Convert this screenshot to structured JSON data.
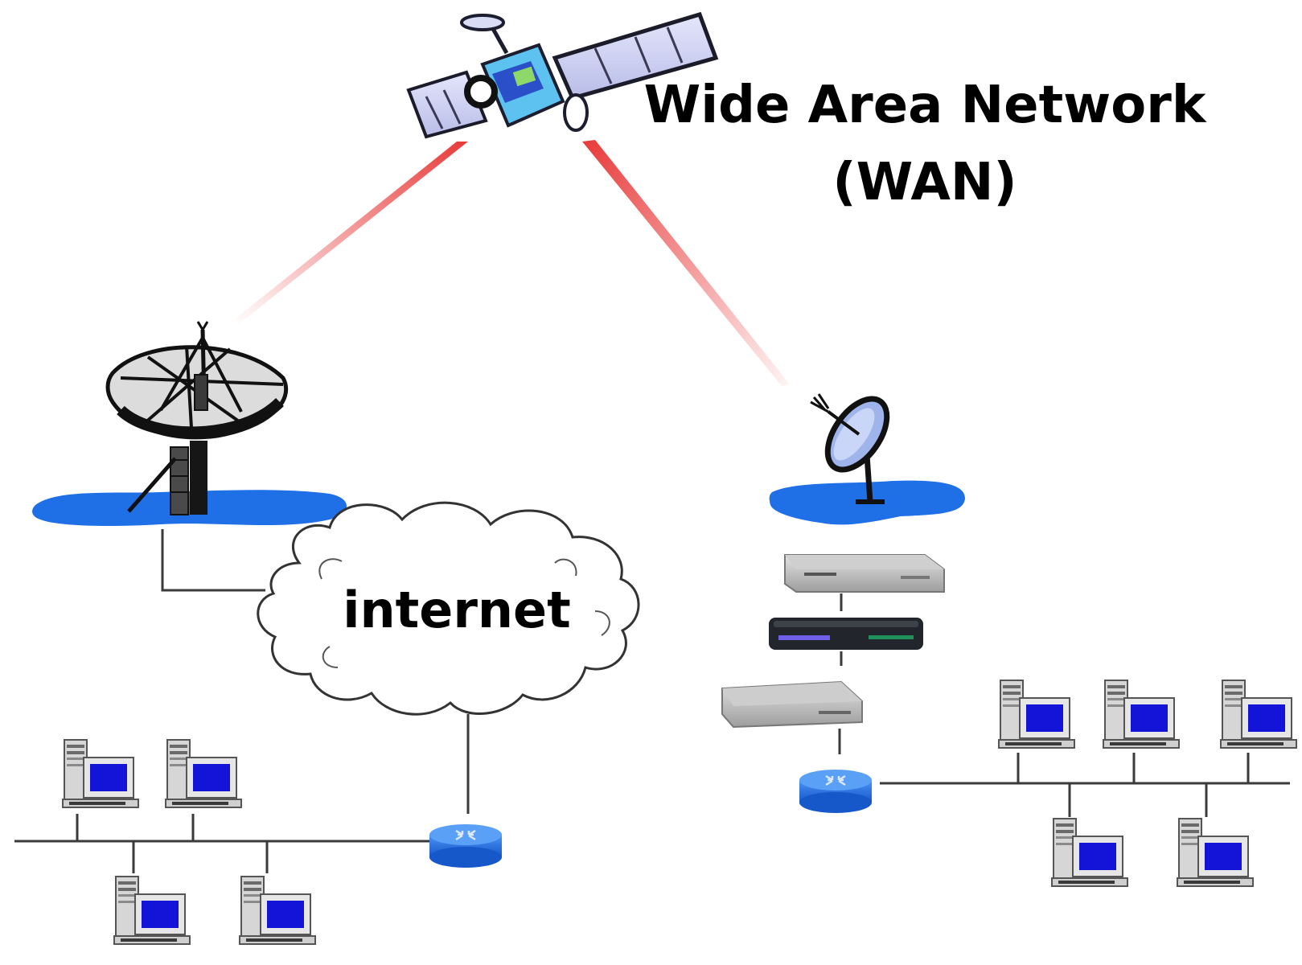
{
  "diagram": {
    "title_line1": "Wide Area Network",
    "title_line2": "(WAN)",
    "cloud_label": "internet"
  },
  "colors": {
    "beam": "#e83a3a",
    "dish_base": "#1f6fe6",
    "router": "#1f6fe6",
    "screen": "#1414d8",
    "wire": "#3a3a3a",
    "device_grey": "#b9b9b9",
    "modem_dark": "#22262c"
  },
  "icons": {
    "satellite": "satellite-icon",
    "large_dish": "satellite-dish-large-icon",
    "small_dish": "satellite-dish-small-icon",
    "cloud": "cloud-icon",
    "router": "router-icon",
    "modem": "modem-icon",
    "computer": "desktop-computer-icon"
  }
}
